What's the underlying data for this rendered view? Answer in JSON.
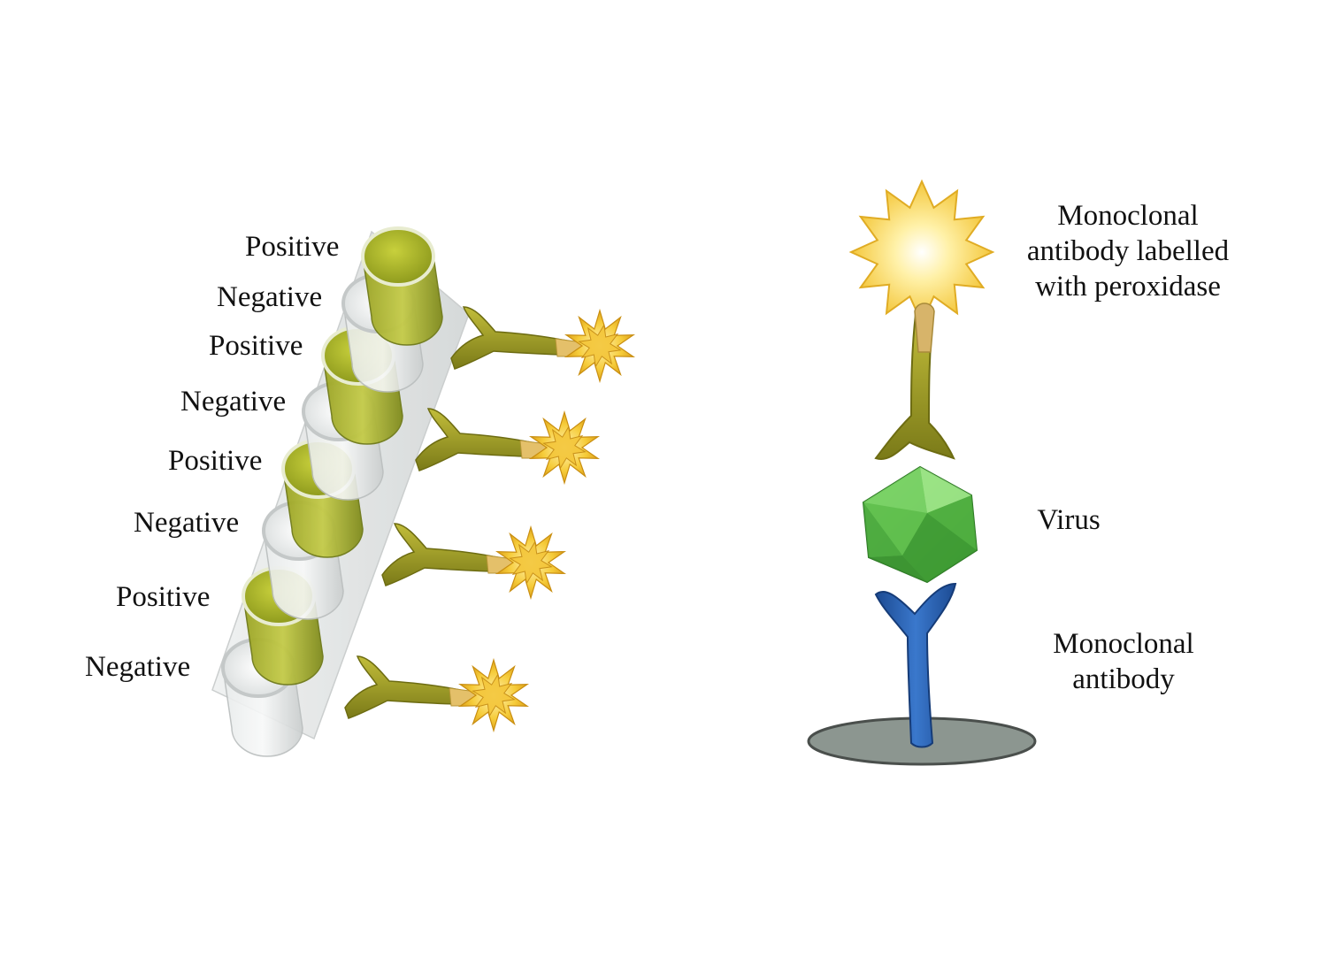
{
  "strip": {
    "well_labels": [
      "Positive",
      "Negative",
      "Positive",
      "Negative",
      "Positive",
      "Negative",
      "Positive",
      "Negative"
    ],
    "well_states": [
      "positive",
      "negative",
      "positive",
      "negative",
      "positive",
      "negative",
      "positive",
      "negative"
    ],
    "detector_count": 4
  },
  "legend": {
    "labelled_antibody": [
      "Monoclonal",
      "antibody labelled",
      "with peroxidase"
    ],
    "virus": "Virus",
    "capture_antibody": [
      "Monoclonal",
      "antibody"
    ]
  },
  "colors": {
    "positive_fill": "#a9b42a",
    "antibody_labelled": "#a6a52a",
    "peroxidase_star": "#f2c22e",
    "virus": "#6fcc55",
    "capture_antibody": "#2a5fae",
    "plate": "#8c9690"
  },
  "icons": {
    "labelled_antibody": "labelled-antibody-icon",
    "virus": "virus-icon",
    "capture_antibody": "capture-antibody-icon",
    "plate": "plate-icon"
  }
}
